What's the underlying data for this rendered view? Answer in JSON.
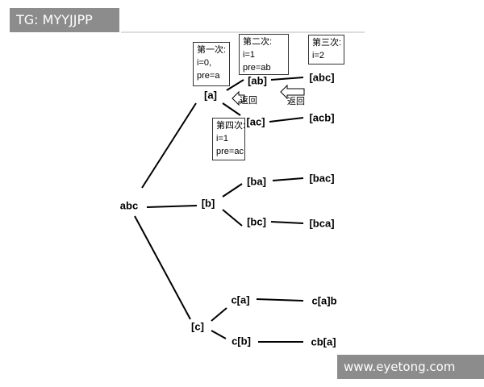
{
  "watermarks": {
    "top": "TG: MYYJJPP",
    "bottom": "www.eyetong.com"
  },
  "nodes": {
    "root": "abc",
    "a": "[a]",
    "b": "[b]",
    "c": "[c]",
    "ab": "[ab]",
    "ac": "[ac]",
    "ba": "[ba]",
    "bc": "[bc]",
    "ca": "c[a]",
    "cb": "c[b]",
    "abc": "[abc]",
    "acb": "[acb]",
    "bac": "[bac]",
    "bca": "[bca]",
    "cab": "c[a]b",
    "cba": "cb[a]"
  },
  "notes": {
    "first": {
      "title": "第一次:",
      "line1": "i=0,",
      "line2": "pre=a"
    },
    "second": {
      "title": "第二次:",
      "line1": "i=1",
      "line2": "pre=ab"
    },
    "third": {
      "title": "第三次:",
      "line1": "i=2"
    },
    "fourth": {
      "title": "第四次:",
      "line1": "i=1",
      "line2": "pre=ac"
    }
  },
  "return_labels": {
    "left": "返回",
    "right": "返回"
  }
}
